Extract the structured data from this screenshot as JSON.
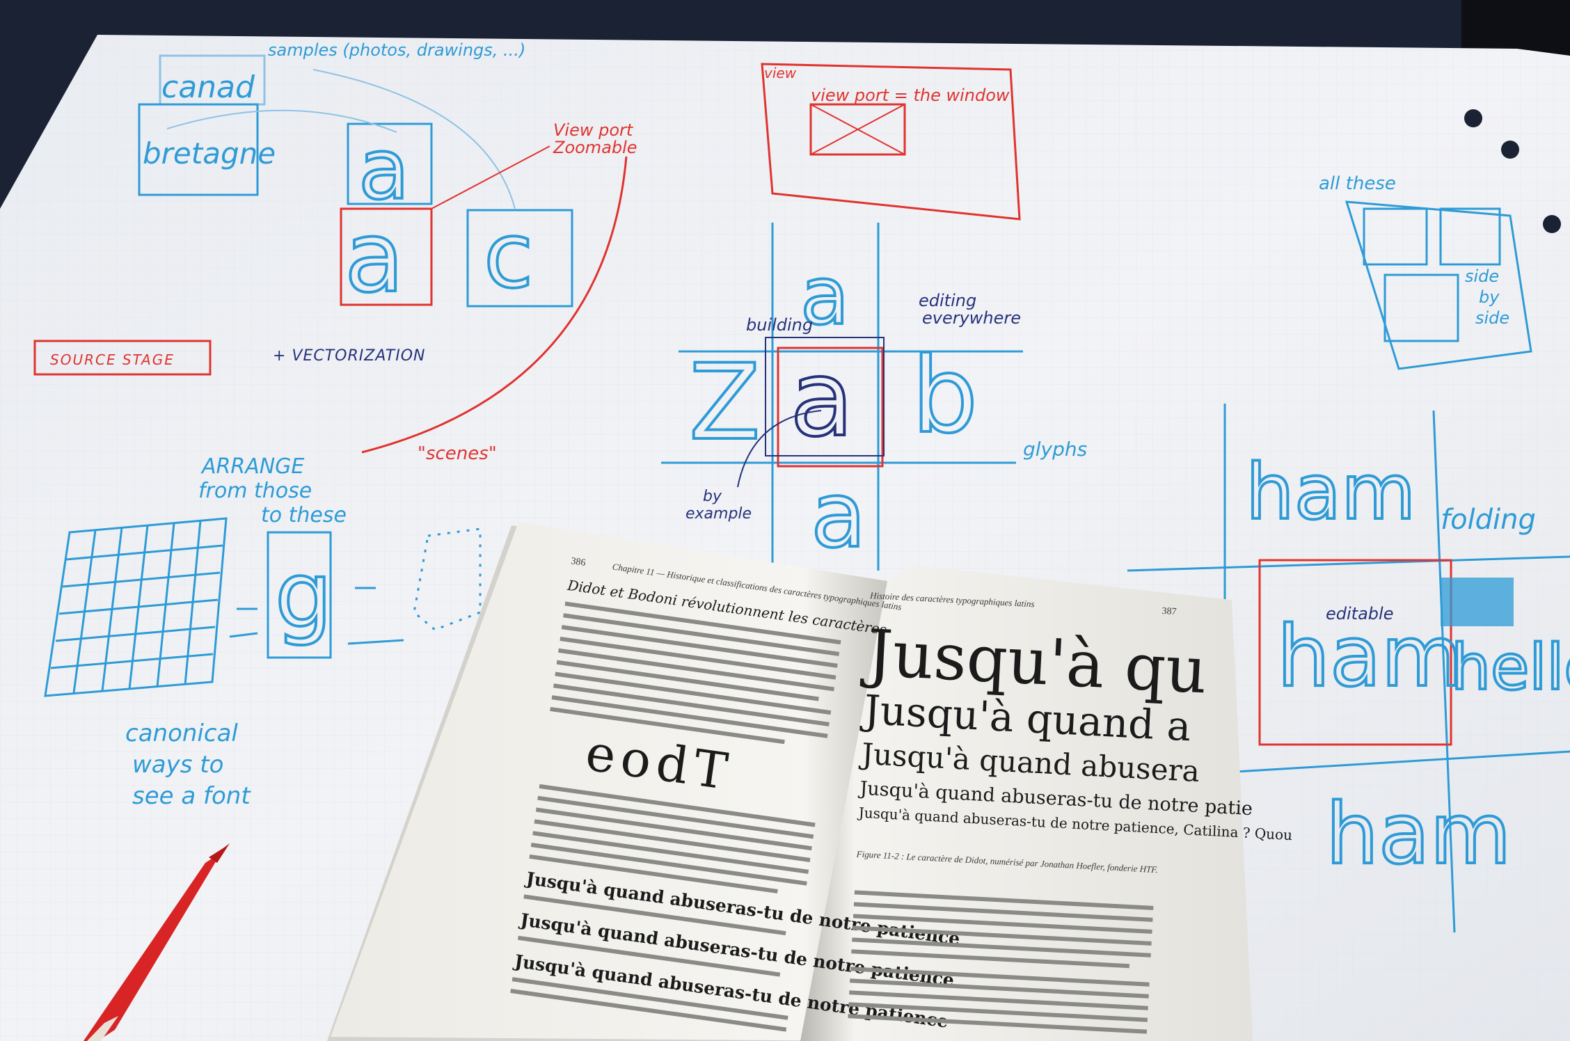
{
  "sheet": {
    "left_sketch": {
      "samples_note": "samples (photos, drawings, ...)",
      "word1": "canad",
      "word2": "bretagne",
      "glyph_top": "a",
      "glyph_main": "a",
      "glyph_right": "c",
      "viewport_note_1": "View port",
      "viewport_note_2": "Zoomable",
      "source_stage": "SOURCE STAGE",
      "vectorization": "+ VECTORIZATION",
      "scenes": "\"scenes\""
    },
    "bottom_left": {
      "arrange_1": "ARRANGE",
      "arrange_2": "from those",
      "arrange_3": "to these",
      "glyph_g": "g",
      "canonical_1": "canonical",
      "canonical_2": "ways to",
      "canonical_3": "see a font"
    },
    "center_sketch": {
      "view_label": "view",
      "viewport_window": "view port = the window",
      "glyph_top": "a",
      "glyph_center": "a",
      "glyph_z": "Z",
      "glyph_b": "b",
      "glyph_bottom": "a",
      "building": "building",
      "editing_1": "editing",
      "editing_2": "everywhere",
      "glyphs": "glyphs",
      "by_example_1": "by",
      "by_example_2": "example"
    },
    "right_sketch": {
      "all_these": "all these",
      "side_1": "side",
      "side_2": "by",
      "side_3": "side",
      "ham_top": "ham",
      "ham_mid": "ham",
      "ham_bottom": "ham",
      "folding": "folding",
      "editable": "editable",
      "hello": "hello"
    }
  },
  "book": {
    "left_page": {
      "page_number": "386",
      "running_head": "Chapitre 11 — Historique et classifications des caractères typographiques latins",
      "section_title": "Didot et Bodoni révolutionnent les caractères",
      "specimen": "eodT",
      "line1": "Jusqu'à quand abuseras-tu de notre patience",
      "line2": "Jusqu'à quand abuseras-tu de notre patience",
      "line3": "Jusqu'à quand abuseras-tu de notre patience"
    },
    "right_page": {
      "page_number": "387",
      "running_head": "Histoire des caractères typographiques latins",
      "line1": "Jusqu'à qu",
      "line2": "Jusqu'à quand a",
      "line3": "Jusqu'à quand abusera",
      "line4": "Jusqu'à quand abuseras-tu de notre patie",
      "line5": "Jusqu'à quand abuseras-tu de notre patience, Catilina ? Quou",
      "caption": "Figure 11-2 : Le caractère de Didot, numérisé par Jonathan Hoefler, fonderie HTF."
    }
  },
  "colors": {
    "paper": "#eef0f4",
    "blue_marker": "#2e9bd6",
    "red_marker": "#e0332f",
    "navy_pen": "#26327a",
    "backdrop": "#1b2234"
  }
}
